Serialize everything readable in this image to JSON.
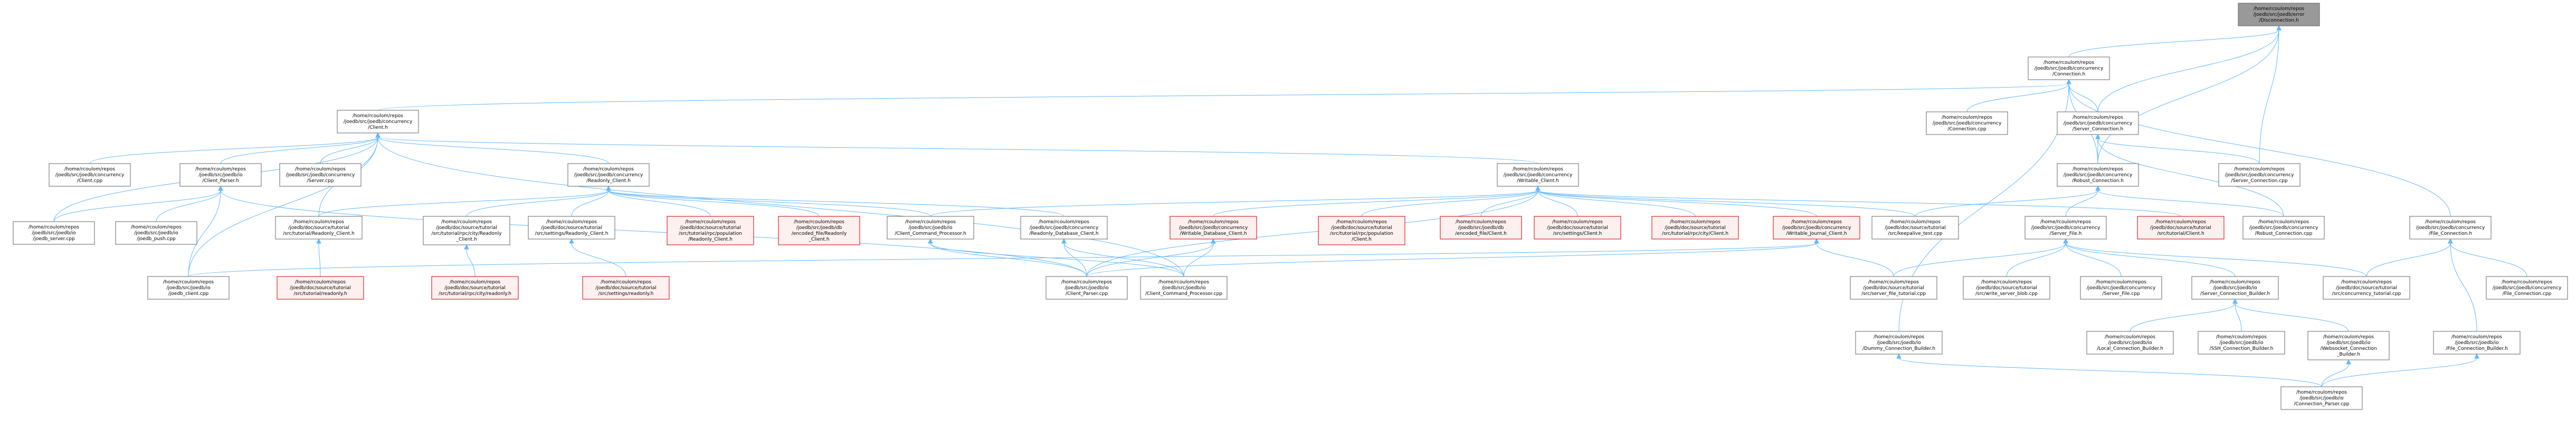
{
  "graph": {
    "colors": {
      "edge": "#63b8ff",
      "root_fill": "#999999",
      "node_fill": "#ffffff",
      "node_border": "#666666",
      "missing_fill": "#fff0f0",
      "missing_border": "#cc0000"
    },
    "nodes": [
      {
        "id": "root",
        "kind": "root",
        "lines": [
          "/home/rcoulom/repos",
          "/joedb/src/joedb/error",
          "/Disconnection.h"
        ]
      },
      {
        "id": "connection_h",
        "kind": "plain",
        "lines": [
          "/home/rcoulom/repos",
          "/joedb/src/joedb/concurrency",
          "/Connection.h"
        ]
      },
      {
        "id": "client_h",
        "kind": "plain",
        "lines": [
          "/home/rcoulom/repos",
          "/joedb/src/joedb/concurrency",
          "/Client.h"
        ]
      },
      {
        "id": "connection_cpp",
        "kind": "plain",
        "lines": [
          "/home/rcoulom/repos",
          "/joedb/src/joedb/concurrency",
          "/Connection.cpp"
        ]
      },
      {
        "id": "server_connection_h",
        "kind": "plain",
        "lines": [
          "/home/rcoulom/repos",
          "/joedb/src/joedb/concurrency",
          "/Server_Connection.h"
        ]
      },
      {
        "id": "client_cpp",
        "kind": "plain",
        "lines": [
          "/home/rcoulom/repos",
          "/joedb/src/joedb/concurrency",
          "/Client.cpp"
        ]
      },
      {
        "id": "client_parser_h",
        "kind": "plain",
        "lines": [
          "/home/rcoulom/repos",
          "/joedb/src/joedb/io",
          "/Client_Parser.h"
        ]
      },
      {
        "id": "server_cpp",
        "kind": "plain",
        "lines": [
          "/home/rcoulom/repos",
          "/joedb/src/joedb/concurrency",
          "/Server.cpp"
        ]
      },
      {
        "id": "readonly_client_h",
        "kind": "plain",
        "lines": [
          "/home/rcoulom/repos",
          "/joedb/src/joedb/concurrency",
          "/Readonly_Client.h"
        ]
      },
      {
        "id": "writable_client_h",
        "kind": "plain",
        "lines": [
          "/home/rcoulom/repos",
          "/joedb/src/joedb/concurrency",
          "/Writable_Client.h"
        ]
      },
      {
        "id": "robust_connection_h",
        "kind": "plain",
        "lines": [
          "/home/rcoulom/repos",
          "/joedb/src/joedb/concurrency",
          "/Robust_Connection.h"
        ]
      },
      {
        "id": "server_connection_cpp",
        "kind": "plain",
        "lines": [
          "/home/rcoulom/repos",
          "/joedb/src/joedb/concurrency",
          "/Server_Connection.cpp"
        ]
      },
      {
        "id": "joedb_server_cpp",
        "kind": "plain",
        "lines": [
          "/home/rcoulom/repos",
          "/joedb/src/joedb/io",
          "/joedb_server.cpp"
        ]
      },
      {
        "id": "joedb_push_cpp",
        "kind": "plain",
        "lines": [
          "/home/rcoulom/repos",
          "/joedb/src/joedb/io",
          "/joedb_push.cpp"
        ]
      },
      {
        "id": "tut_readonly_client_h",
        "kind": "plain",
        "lines": [
          "/home/rcoulom/repos",
          "/joedb/doc/source/tutorial",
          "/src/tutorial/Readonly_Client.h"
        ]
      },
      {
        "id": "rpc_city_readonly_client_h",
        "kind": "plain",
        "lines": [
          "/home/rcoulom/repos",
          "/joedb/doc/source/tutorial",
          "/src/tutorial/rpc/city/Readonly",
          "_Client.h"
        ]
      },
      {
        "id": "settings_readonly_client_h",
        "kind": "plain",
        "lines": [
          "/home/rcoulom/repos",
          "/joedb/doc/source/tutorial",
          "/src/settings/Readonly_Client.h"
        ]
      },
      {
        "id": "pop_readonly_client_h",
        "kind": "missing",
        "lines": [
          "/home/rcoulom/repos",
          "/joedb/doc/source/tutorial",
          "/src/tutorial/rpc/population",
          "/Readonly_Client.h"
        ]
      },
      {
        "id": "encoded_file_readonly_client_h",
        "kind": "missing",
        "lines": [
          "/home/rcoulom/repos",
          "/joedb/src/joedb/db",
          "/encoded_file/Readonly",
          "_Client.h"
        ]
      },
      {
        "id": "client_command_processor_h",
        "kind": "plain",
        "lines": [
          "/home/rcoulom/repos",
          "/joedb/src/joedb/io",
          "/Client_Command_Processor.h"
        ]
      },
      {
        "id": "readonly_database_client_h",
        "kind": "plain",
        "lines": [
          "/home/rcoulom/repos",
          "/joedb/src/joedb/concurrency",
          "/Readonly_Database_Client.h"
        ]
      },
      {
        "id": "writable_database_client_h",
        "kind": "missing",
        "lines": [
          "/home/rcoulom/repos",
          "/joedb/src/joedb/concurrency",
          "/Writable_Database_Client.h"
        ]
      },
      {
        "id": "pop_client_h",
        "kind": "missing",
        "lines": [
          "/home/rcoulom/repos",
          "/joedb/doc/source/tutorial",
          "/src/tutorial/rpc/population",
          "/Client.h"
        ]
      },
      {
        "id": "encoded_file_client_h",
        "kind": "missing",
        "lines": [
          "/home/rcoulom/repos",
          "/joedb/src/joedb/db",
          "/encoded_file/Client.h"
        ]
      },
      {
        "id": "settings_client_h",
        "kind": "missing",
        "lines": [
          "/home/rcoulom/repos",
          "/joedb/doc/source/tutorial",
          "/src/settings/Client.h"
        ]
      },
      {
        "id": "rpc_city_client_h",
        "kind": "missing",
        "lines": [
          "/home/rcoulom/repos",
          "/joedb/doc/source/tutorial",
          "/src/tutorial/rpc/city/Client.h"
        ]
      },
      {
        "id": "writable_journal_client_h",
        "kind": "missing",
        "lines": [
          "/home/rcoulom/repos",
          "/joedb/src/joedb/concurrency",
          "/Writable_Journal_Client.h"
        ]
      },
      {
        "id": "keepalive_test_cpp",
        "kind": "plain",
        "lines": [
          "/home/rcoulom/repos",
          "/joedb/doc/source/tutorial",
          "/src/keepalive_test.cpp"
        ]
      },
      {
        "id": "server_file_h",
        "kind": "plain",
        "lines": [
          "/home/rcoulom/repos",
          "/joedb/src/joedb/concurrency",
          "/Server_File.h"
        ]
      },
      {
        "id": "tut_client_h",
        "kind": "missing",
        "lines": [
          "/home/rcoulom/repos",
          "/joedb/doc/source/tutorial",
          "/src/tutorial/Client.h"
        ]
      },
      {
        "id": "robust_connection_cpp",
        "kind": "plain",
        "lines": [
          "/home/rcoulom/repos",
          "/joedb/src/joedb/concurrency",
          "/Robust_Connection.cpp"
        ]
      },
      {
        "id": "file_connection_h",
        "kind": "plain",
        "lines": [
          "/home/rcoulom/repos",
          "/joedb/src/joedb/concurrency",
          "/File_Connection.h"
        ]
      },
      {
        "id": "joedb_client_cpp",
        "kind": "plain",
        "lines": [
          "/home/rcoulom/repos",
          "/joedb/src/joedb/io",
          "/joedb_client.cpp"
        ]
      },
      {
        "id": "tut_readonly_h",
        "kind": "missing",
        "lines": [
          "/home/rcoulom/repos",
          "/joedb/doc/source/tutorial",
          "/src/tutorial/readonly.h"
        ]
      },
      {
        "id": "rpc_city_readonly_h",
        "kind": "missing",
        "lines": [
          "/home/rcoulom/repos",
          "/joedb/doc/source/tutorial",
          "/src/tutorial/rpc/city/readonly.h"
        ]
      },
      {
        "id": "settings_readonly_h",
        "kind": "missing",
        "lines": [
          "/home/rcoulom/repos",
          "/joedb/doc/source/tutorial",
          "/src/settings/readonly.h"
        ]
      },
      {
        "id": "client_parser_cpp",
        "kind": "plain",
        "lines": [
          "/home/rcoulom/repos",
          "/joedb/src/joedb/io",
          "/Client_Parser.cpp"
        ]
      },
      {
        "id": "client_command_processor_cpp",
        "kind": "plain",
        "lines": [
          "/home/rcoulom/repos",
          "/joedb/src/joedb/io",
          "/Client_Command_Processor.cpp"
        ]
      },
      {
        "id": "server_file_tutorial_cpp",
        "kind": "plain",
        "lines": [
          "/home/rcoulom/repos",
          "/joedb/doc/source/tutorial",
          "/src/server_file_tutorial.cpp"
        ]
      },
      {
        "id": "write_server_blob_cpp",
        "kind": "plain",
        "lines": [
          "/home/rcoulom/repos",
          "/joedb/doc/source/tutorial",
          "/src/write_server_blob.cpp"
        ]
      },
      {
        "id": "server_file_cpp",
        "kind": "plain",
        "lines": [
          "/home/rcoulom/repos",
          "/joedb/src/joedb/concurrency",
          "/Server_File.cpp"
        ]
      },
      {
        "id": "server_connection_builder_h",
        "kind": "plain",
        "lines": [
          "/home/rcoulom/repos",
          "/joedb/src/joedb/io",
          "/Server_Connection_Builder.h"
        ]
      },
      {
        "id": "concurrency_tutorial_cpp",
        "kind": "plain",
        "lines": [
          "/home/rcoulom/repos",
          "/joedb/doc/source/tutorial",
          "/src/concurrency_tutorial.cpp"
        ]
      },
      {
        "id": "file_connection_cpp",
        "kind": "plain",
        "lines": [
          "/home/rcoulom/repos",
          "/joedb/src/joedb/concurrency",
          "/File_Connection.cpp"
        ]
      },
      {
        "id": "local_connection_builder_h",
        "kind": "plain",
        "lines": [
          "/home/rcoulom/repos",
          "/joedb/src/joedb/io",
          "/Local_Connection_Builder.h"
        ]
      },
      {
        "id": "ssh_connection_builder_h",
        "kind": "plain",
        "lines": [
          "/home/rcoulom/repos",
          "/joedb/src/joedb/io",
          "/SSH_Connection_Builder.h"
        ]
      },
      {
        "id": "websocket_connection_builder_h",
        "kind": "plain",
        "lines": [
          "/home/rcoulom/repos",
          "/joedb/src/joedb/io",
          "/Websocket_Connection",
          "_Builder.h"
        ]
      },
      {
        "id": "dummy_connection_builder_h",
        "kind": "plain",
        "lines": [
          "/home/rcoulom/repos",
          "/joedb/src/joedb/io",
          "/Dummy_Connection_Builder.h"
        ]
      },
      {
        "id": "file_connection_builder_h",
        "kind": "plain",
        "lines": [
          "/home/rcoulom/repos",
          "/joedb/src/joedb/io",
          "/File_Connection_Builder.h"
        ]
      },
      {
        "id": "connection_parser_cpp",
        "kind": "plain",
        "lines": [
          "/home/rcoulom/repos",
          "/joedb/src/joedb/io",
          "/Connection_Parser.cpp"
        ]
      }
    ],
    "edges": [
      [
        "root",
        "connection_h"
      ],
      [
        "root",
        "robust_connection_h"
      ],
      [
        "root",
        "server_connection_cpp"
      ],
      [
        "root",
        "server_connection_h"
      ],
      [
        "connection_h",
        "client_h"
      ],
      [
        "connection_h",
        "connection_cpp"
      ],
      [
        "connection_h",
        "server_connection_h"
      ],
      [
        "connection_h",
        "robust_connection_h"
      ],
      [
        "connection_h",
        "file_connection_h"
      ],
      [
        "connection_h",
        "dummy_connection_builder_h"
      ],
      [
        "client_h",
        "client_cpp"
      ],
      [
        "client_h",
        "client_parser_h"
      ],
      [
        "client_h",
        "server_cpp"
      ],
      [
        "client_h",
        "readonly_client_h"
      ],
      [
        "client_h",
        "writable_client_h"
      ],
      [
        "client_h",
        "joedb_server_cpp"
      ],
      [
        "client_h",
        "joedb_client_cpp"
      ],
      [
        "client_h",
        "tut_readonly_client_h"
      ],
      [
        "client_h",
        "client_command_processor_cpp"
      ],
      [
        "client_parser_h",
        "joedb_server_cpp"
      ],
      [
        "client_parser_h",
        "joedb_push_cpp"
      ],
      [
        "client_parser_h",
        "joedb_client_cpp"
      ],
      [
        "client_parser_h",
        "client_parser_cpp"
      ],
      [
        "readonly_client_h",
        "tut_readonly_client_h"
      ],
      [
        "readonly_client_h",
        "rpc_city_readonly_client_h"
      ],
      [
        "readonly_client_h",
        "settings_readonly_client_h"
      ],
      [
        "readonly_client_h",
        "pop_readonly_client_h"
      ],
      [
        "readonly_client_h",
        "encoded_file_readonly_client_h"
      ],
      [
        "readonly_client_h",
        "client_command_processor_h"
      ],
      [
        "readonly_client_h",
        "readonly_database_client_h"
      ],
      [
        "writable_client_h",
        "client_command_processor_h"
      ],
      [
        "writable_client_h",
        "writable_database_client_h"
      ],
      [
        "writable_client_h",
        "pop_client_h"
      ],
      [
        "writable_client_h",
        "encoded_file_client_h"
      ],
      [
        "writable_client_h",
        "settings_client_h"
      ],
      [
        "writable_client_h",
        "rpc_city_client_h"
      ],
      [
        "writable_client_h",
        "writable_journal_client_h"
      ],
      [
        "writable_client_h",
        "keepalive_test_cpp"
      ],
      [
        "writable_client_h",
        "tut_client_h"
      ],
      [
        "writable_client_h",
        "client_parser_cpp"
      ],
      [
        "server_connection_h",
        "server_connection_cpp"
      ],
      [
        "server_connection_h",
        "robust_connection_cpp"
      ],
      [
        "server_connection_h",
        "robust_connection_h"
      ],
      [
        "robust_connection_h",
        "server_file_h"
      ],
      [
        "robust_connection_h",
        "keepalive_test_cpp"
      ],
      [
        "robust_connection_h",
        "robust_connection_cpp"
      ],
      [
        "tut_readonly_client_h",
        "tut_readonly_h"
      ],
      [
        "rpc_city_readonly_client_h",
        "rpc_city_readonly_h"
      ],
      [
        "settings_readonly_client_h",
        "settings_readonly_h"
      ],
      [
        "client_command_processor_h",
        "client_parser_cpp"
      ],
      [
        "client_command_processor_h",
        "client_command_processor_cpp"
      ],
      [
        "readonly_database_client_h",
        "client_parser_cpp"
      ],
      [
        "readonly_database_client_h",
        "client_command_processor_cpp"
      ],
      [
        "writable_database_client_h",
        "client_parser_cpp"
      ],
      [
        "writable_database_client_h",
        "client_command_processor_cpp"
      ],
      [
        "writable_journal_client_h",
        "joedb_client_cpp"
      ],
      [
        "writable_journal_client_h",
        "client_parser_cpp"
      ],
      [
        "writable_journal_client_h",
        "server_file_tutorial_cpp"
      ],
      [
        "server_file_h",
        "server_file_tutorial_cpp"
      ],
      [
        "server_file_h",
        "write_server_blob_cpp"
      ],
      [
        "server_file_h",
        "server_file_cpp"
      ],
      [
        "server_file_h",
        "server_connection_builder_h"
      ],
      [
        "server_file_h",
        "concurrency_tutorial_cpp"
      ],
      [
        "file_connection_h",
        "file_connection_cpp"
      ],
      [
        "file_connection_h",
        "concurrency_tutorial_cpp"
      ],
      [
        "file_connection_h",
        "file_connection_builder_h"
      ],
      [
        "server_connection_builder_h",
        "local_connection_builder_h"
      ],
      [
        "server_connection_builder_h",
        "ssh_connection_builder_h"
      ],
      [
        "server_connection_builder_h",
        "websocket_connection_builder_h"
      ],
      [
        "websocket_connection_builder_h",
        "connection_parser_cpp"
      ],
      [
        "dummy_connection_builder_h",
        "connection_parser_cpp"
      ],
      [
        "file_connection_builder_h",
        "connection_parser_cpp"
      ]
    ]
  }
}
